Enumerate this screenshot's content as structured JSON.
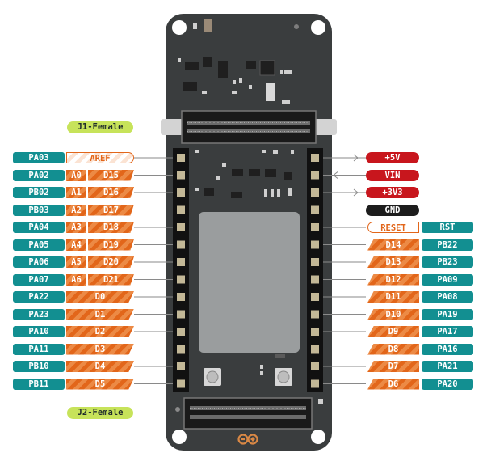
{
  "connectors": {
    "top_label": "J1-Female",
    "bottom_label": "J2-Female"
  },
  "left_pins": [
    {
      "port": "PA03",
      "ard": "AREF",
      "style": "ref"
    },
    {
      "port": "PA02",
      "alt": "A0",
      "ard": "D15",
      "style": "split"
    },
    {
      "port": "PB02",
      "alt": "A1",
      "ard": "D16",
      "style": "split"
    },
    {
      "port": "PB03",
      "alt": "A2",
      "ard": "D17",
      "style": "split"
    },
    {
      "port": "PA04",
      "alt": "A3",
      "ard": "D18",
      "style": "split"
    },
    {
      "port": "PA05",
      "alt": "A4",
      "ard": "D19",
      "style": "split"
    },
    {
      "port": "PA06",
      "alt": "A5",
      "ard": "D20",
      "style": "split"
    },
    {
      "port": "PA07",
      "alt": "A6",
      "ard": "D21",
      "style": "split"
    },
    {
      "port": "PA22",
      "ard": "D0",
      "style": "digital"
    },
    {
      "port": "PA23",
      "ard": "D1",
      "style": "digital"
    },
    {
      "port": "PA10",
      "ard": "D2",
      "style": "digital"
    },
    {
      "port": "PA11",
      "ard": "D3",
      "style": "digital"
    },
    {
      "port": "PB10",
      "ard": "D4",
      "style": "digital"
    },
    {
      "port": "PB11",
      "ard": "D5",
      "style": "digital"
    }
  ],
  "right_pins": [
    {
      "ard": "+5V",
      "style": "power",
      "color": "#c8161d",
      "arrow": "out"
    },
    {
      "ard": "VIN",
      "style": "power",
      "color": "#c8161d",
      "arrow": "in"
    },
    {
      "ard": "+3V3",
      "style": "power",
      "color": "#c8161d",
      "arrow": "out"
    },
    {
      "ard": "GND",
      "style": "power",
      "color": "#1d1d1d"
    },
    {
      "ard": "RESET",
      "port": "RST",
      "style": "reset"
    },
    {
      "ard": "D14",
      "port": "PB22",
      "style": "digital"
    },
    {
      "ard": "D13",
      "port": "PB23",
      "style": "digital"
    },
    {
      "ard": "D12",
      "port": "PA09",
      "style": "digital"
    },
    {
      "ard": "D11",
      "port": "PA08",
      "style": "digital"
    },
    {
      "ard": "D10",
      "port": "PA19",
      "style": "digital"
    },
    {
      "ard": "D9",
      "port": "PA17",
      "style": "digital"
    },
    {
      "ard": "D8",
      "port": "PA16",
      "style": "digital"
    },
    {
      "ard": "D7",
      "port": "PA21",
      "style": "digital"
    },
    {
      "ard": "D6",
      "port": "PA20",
      "style": "digital"
    }
  ],
  "colors": {
    "board": "#3a3d3e",
    "header": "#111111",
    "pad": "#c3b897",
    "port": "#128f91",
    "arduino": "#e2661a",
    "pill": "#c7e35a",
    "module": "#9a9d9e"
  }
}
